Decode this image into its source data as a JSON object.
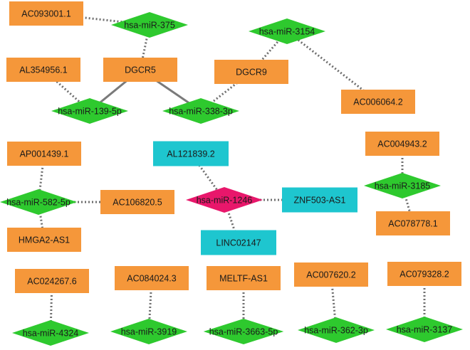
{
  "colors": {
    "lncrna": "#f5973a",
    "mirna": "#2ec92e",
    "hub_mirna": "#e8176b",
    "hub_lncrna": "#1ec6cf"
  },
  "nodes": [
    {
      "id": "ac093001",
      "label": "AC093001.1",
      "kind": "lncrna"
    },
    {
      "id": "mir375",
      "label": "hsa-miR-375",
      "kind": "mirna"
    },
    {
      "id": "mir3154",
      "label": "hsa-miR-3154",
      "kind": "mirna"
    },
    {
      "id": "al354956",
      "label": "AL354956.1",
      "kind": "lncrna"
    },
    {
      "id": "dgcr5",
      "label": "DGCR5",
      "kind": "lncrna"
    },
    {
      "id": "dgcr9",
      "label": "DGCR9",
      "kind": "lncrna"
    },
    {
      "id": "mir139",
      "label": "hsa-miR-139-5p",
      "kind": "mirna"
    },
    {
      "id": "mir338",
      "label": "hsa-miR-338-3p",
      "kind": "mirna"
    },
    {
      "id": "ac006064",
      "label": "AC006064.2",
      "kind": "lncrna"
    },
    {
      "id": "ac004943",
      "label": "AC004943.2",
      "kind": "lncrna"
    },
    {
      "id": "ap001439",
      "label": "AP001439.1",
      "kind": "lncrna"
    },
    {
      "id": "al121839",
      "label": "AL121839.2",
      "kind": "hub_lncrna"
    },
    {
      "id": "mir3185",
      "label": "hsa-miR-3185",
      "kind": "mirna"
    },
    {
      "id": "mir582",
      "label": "hsa-miR-582-5p",
      "kind": "mirna"
    },
    {
      "id": "ac106820",
      "label": "AC106820.5",
      "kind": "lncrna"
    },
    {
      "id": "mir1246",
      "label": "hsa-miR-1246",
      "kind": "hub_mirna"
    },
    {
      "id": "znf503",
      "label": "ZNF503-AS1",
      "kind": "hub_lncrna"
    },
    {
      "id": "ac078778",
      "label": "AC078778.1",
      "kind": "lncrna"
    },
    {
      "id": "hmga2",
      "label": "HMGA2-AS1",
      "kind": "lncrna"
    },
    {
      "id": "linc02147",
      "label": "LINC02147",
      "kind": "hub_lncrna"
    },
    {
      "id": "ac024267",
      "label": "AC024267.6",
      "kind": "lncrna"
    },
    {
      "id": "ac084024",
      "label": "AC084024.3",
      "kind": "lncrna"
    },
    {
      "id": "meltf",
      "label": "MELTF-AS1",
      "kind": "lncrna"
    },
    {
      "id": "ac007620",
      "label": "AC007620.2",
      "kind": "lncrna"
    },
    {
      "id": "ac079328",
      "label": "AC079328.2",
      "kind": "lncrna"
    },
    {
      "id": "mir4324",
      "label": "hsa-miR-4324",
      "kind": "mirna"
    },
    {
      "id": "mir3919",
      "label": "hsa-miR-3919",
      "kind": "mirna"
    },
    {
      "id": "mir3663",
      "label": "hsa-miR-3663-5p",
      "kind": "mirna"
    },
    {
      "id": "mir362",
      "label": "hsa-miR-362-3p",
      "kind": "mirna"
    },
    {
      "id": "mir3137",
      "label": "hsa-miR-3137",
      "kind": "mirna"
    }
  ],
  "edges": [
    {
      "from": "ac093001",
      "to": "mir375",
      "style": "dotted"
    },
    {
      "from": "mir375",
      "to": "dgcr5",
      "style": "dotted"
    },
    {
      "from": "al354956",
      "to": "mir139",
      "style": "dotted"
    },
    {
      "from": "dgcr5",
      "to": "mir139",
      "style": "solid"
    },
    {
      "from": "dgcr5",
      "to": "mir338",
      "style": "solid"
    },
    {
      "from": "dgcr9",
      "to": "mir338",
      "style": "dotted"
    },
    {
      "from": "mir3154",
      "to": "dgcr9",
      "style": "dotted"
    },
    {
      "from": "mir3154",
      "to": "ac006064",
      "style": "dotted"
    },
    {
      "from": "ap001439",
      "to": "mir582",
      "style": "dotted"
    },
    {
      "from": "mir582",
      "to": "ac106820",
      "style": "dotted"
    },
    {
      "from": "mir582",
      "to": "hmga2",
      "style": "dotted"
    },
    {
      "from": "al121839",
      "to": "mir1246",
      "style": "dotted"
    },
    {
      "from": "mir1246",
      "to": "znf503",
      "style": "dotted"
    },
    {
      "from": "mir1246",
      "to": "linc02147",
      "style": "dotted"
    },
    {
      "from": "ac004943",
      "to": "mir3185",
      "style": "dotted"
    },
    {
      "from": "mir3185",
      "to": "ac078778",
      "style": "dotted"
    },
    {
      "from": "ac024267",
      "to": "mir4324",
      "style": "dotted"
    },
    {
      "from": "ac084024",
      "to": "mir3919",
      "style": "dotted"
    },
    {
      "from": "meltf",
      "to": "mir3663",
      "style": "dotted"
    },
    {
      "from": "ac007620",
      "to": "mir362",
      "style": "dotted"
    },
    {
      "from": "ac079328",
      "to": "mir3137",
      "style": "dotted"
    }
  ]
}
